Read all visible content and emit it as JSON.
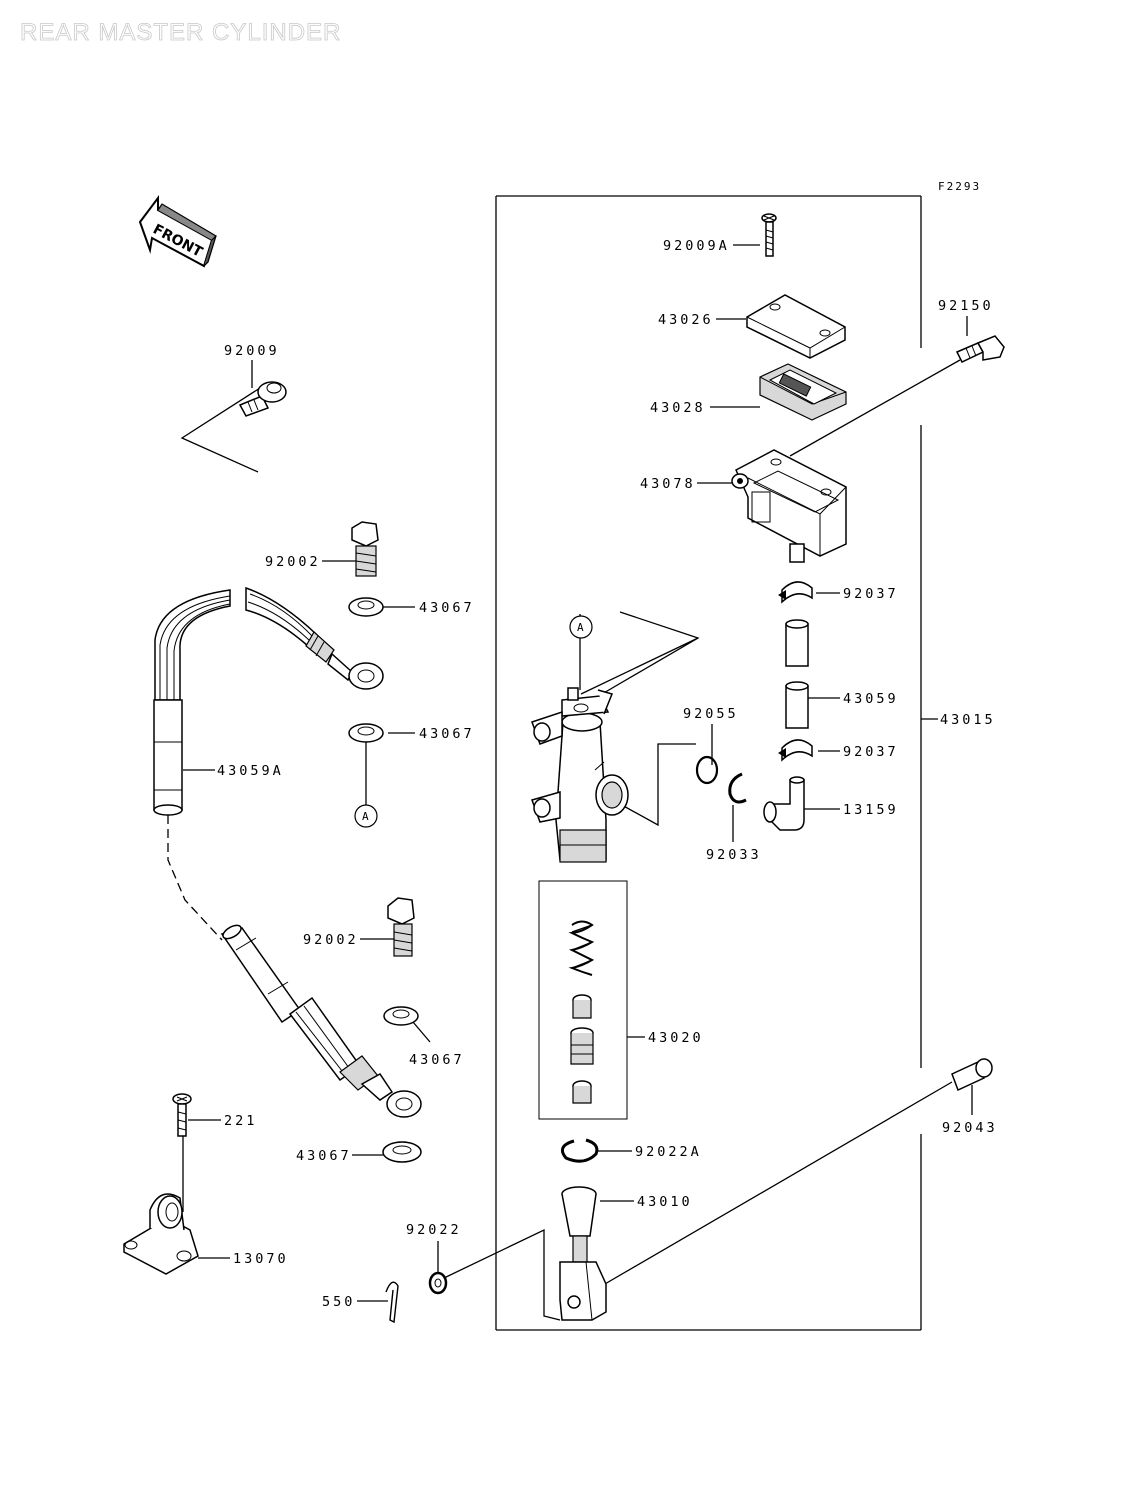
{
  "title": "REAR MASTER CYLINDER",
  "figure_ref": "F2293",
  "front_label": "FRONT",
  "circle_marker": "A",
  "labels": {
    "p92009A": "92009A",
    "p43026": "43026",
    "p92150": "92150",
    "p43028": "43028",
    "p43078": "43078",
    "p92037_top": "92037",
    "p43059": "43059",
    "p43015": "43015",
    "p92055": "92055",
    "p92037_bottom": "92037",
    "p13159": "13159",
    "p92033": "92033",
    "p92009": "92009",
    "p92002_top": "92002",
    "p43067_1": "43067",
    "p43067_2": "43067",
    "p43059A": "43059A",
    "p92002_bottom": "92002",
    "p43067_3": "43067",
    "p43020": "43020",
    "p221": "221",
    "p43067_4": "43067",
    "p92022A": "92022A",
    "p43010": "43010",
    "p92043": "92043",
    "p92022": "92022",
    "p13070": "13070",
    "p550": "550"
  }
}
